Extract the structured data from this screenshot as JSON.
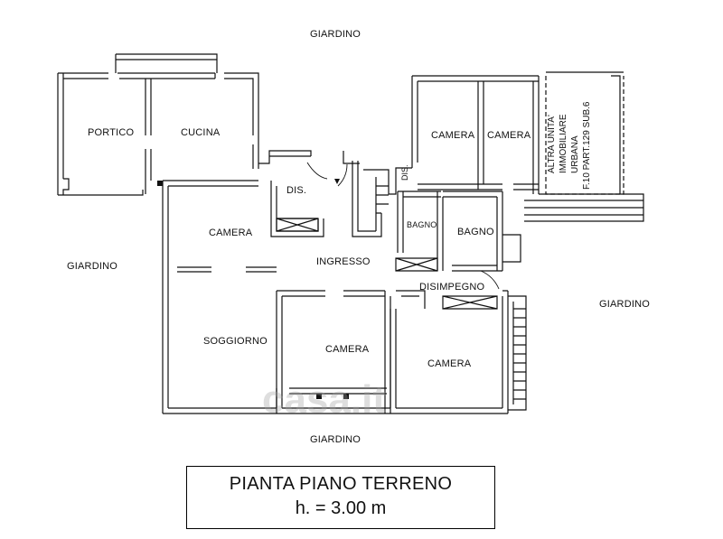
{
  "outside": {
    "garden_top": "GIARDINO",
    "garden_left": "GIARDINO",
    "garden_right": "GIARDINO",
    "garden_bottom": "GIARDINO"
  },
  "rooms": {
    "portico": "PORTICO",
    "cucina": "CUCINA",
    "dis_left": "DIS.",
    "dis_right": "DIS.",
    "camera_ne1": "CAMERA",
    "camera_ne2": "CAMERA",
    "camera_w": "CAMERA",
    "ingresso": "INGRESSO",
    "bagno_small": "BAGNO",
    "bagno": "BAGNO",
    "disimpegno": "DISIMPEGNO",
    "soggiorno": "SOGGIORNO",
    "camera_s": "CAMERA",
    "camera_se": "CAMERA"
  },
  "neighbor_note": [
    "ALTRA UNITA'",
    "IMMOBILIARE",
    "URBANA",
    "F.10 PART.129 SUB.6"
  ],
  "title_block": {
    "title": "PIANTA PIANO TERRENO",
    "height": "h. = 3.00 m"
  },
  "watermark": "casa.it"
}
